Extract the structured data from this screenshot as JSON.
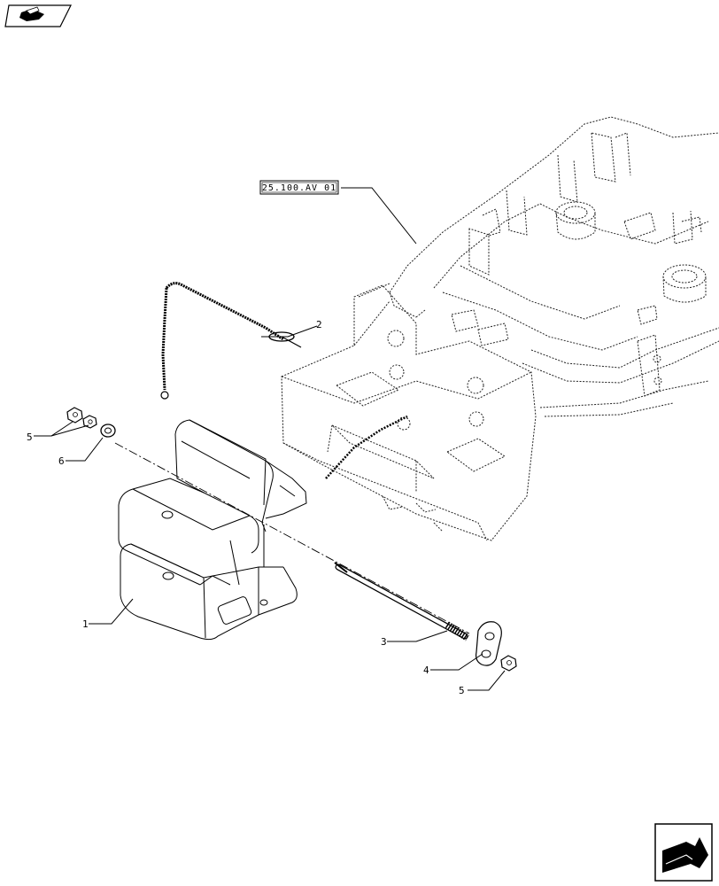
{
  "reference_label": "25.100.AV 01",
  "callouts": [
    {
      "id": "1",
      "text": "1"
    },
    {
      "id": "2",
      "text": "2"
    },
    {
      "id": "3",
      "text": "3"
    },
    {
      "id": "4",
      "text": "4"
    },
    {
      "id": "5a",
      "text": "5"
    },
    {
      "id": "5b",
      "text": "5"
    },
    {
      "id": "6",
      "text": "6"
    }
  ],
  "icons": {
    "top_left": "navigation-badge-icon",
    "bottom_right": "next-page-arrow-icon"
  }
}
